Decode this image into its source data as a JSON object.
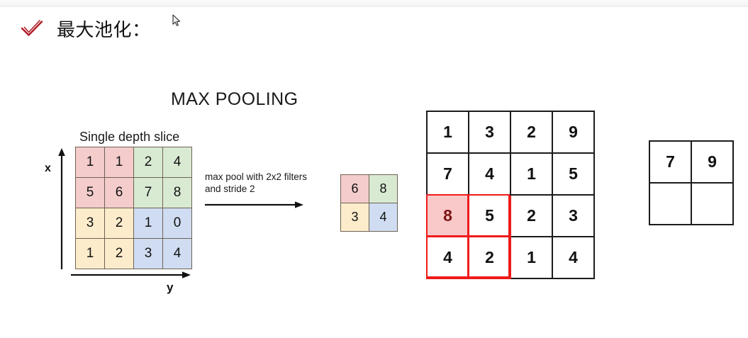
{
  "slide": {
    "heading": "最大池化：",
    "check_icon_color": "#b01b26"
  },
  "figure": {
    "title": "MAX POOLING",
    "slice_caption": "Single depth slice",
    "axis_x_label": "x",
    "axis_y_label": "y",
    "pool_note": "max pool with 2x2 filters\nand stride 2",
    "colors": {
      "pink": "#f4cccc",
      "green": "#d9ead3",
      "yellow": "#fdeccb",
      "blue": "#cfdcf2",
      "window_red": "#ee1b1b",
      "window_fill": "#f9c9ca"
    },
    "input_grid": {
      "rows": [
        [
          {
            "v": "1",
            "c": "c-pink"
          },
          {
            "v": "1",
            "c": "c-pink"
          },
          {
            "v": "2",
            "c": "c-green"
          },
          {
            "v": "4",
            "c": "c-green"
          }
        ],
        [
          {
            "v": "5",
            "c": "c-pink"
          },
          {
            "v": "6",
            "c": "c-pink"
          },
          {
            "v": "7",
            "c": "c-green"
          },
          {
            "v": "8",
            "c": "c-green"
          }
        ],
        [
          {
            "v": "3",
            "c": "c-yellow"
          },
          {
            "v": "2",
            "c": "c-yellow"
          },
          {
            "v": "1",
            "c": "c-blue"
          },
          {
            "v": "0",
            "c": "c-blue"
          }
        ],
        [
          {
            "v": "1",
            "c": "c-yellow"
          },
          {
            "v": "2",
            "c": "c-yellow"
          },
          {
            "v": "3",
            "c": "c-blue"
          },
          {
            "v": "4",
            "c": "c-blue"
          }
        ]
      ]
    },
    "output_grid": {
      "rows": [
        [
          {
            "v": "6",
            "c": "c-pink"
          },
          {
            "v": "8",
            "c": "c-green"
          }
        ],
        [
          {
            "v": "3",
            "c": "c-yellow"
          },
          {
            "v": "4",
            "c": "c-blue"
          }
        ]
      ]
    },
    "example_grid": {
      "rows": [
        [
          {
            "v": "1"
          },
          {
            "v": "3"
          },
          {
            "v": "2"
          },
          {
            "v": "9"
          }
        ],
        [
          {
            "v": "7"
          },
          {
            "v": "4"
          },
          {
            "v": "1"
          },
          {
            "v": "5"
          }
        ],
        [
          {
            "v": "8",
            "win": true,
            "max": true
          },
          {
            "v": "5",
            "win": true
          },
          {
            "v": "2"
          },
          {
            "v": "3"
          }
        ],
        [
          {
            "v": "4",
            "win": true
          },
          {
            "v": "2",
            "win": true
          },
          {
            "v": "1"
          },
          {
            "v": "4"
          }
        ]
      ]
    },
    "result_grid": {
      "rows": [
        [
          {
            "v": "7"
          },
          {
            "v": "9"
          }
        ],
        [
          {
            "v": ""
          },
          {
            "v": ""
          }
        ]
      ]
    }
  }
}
